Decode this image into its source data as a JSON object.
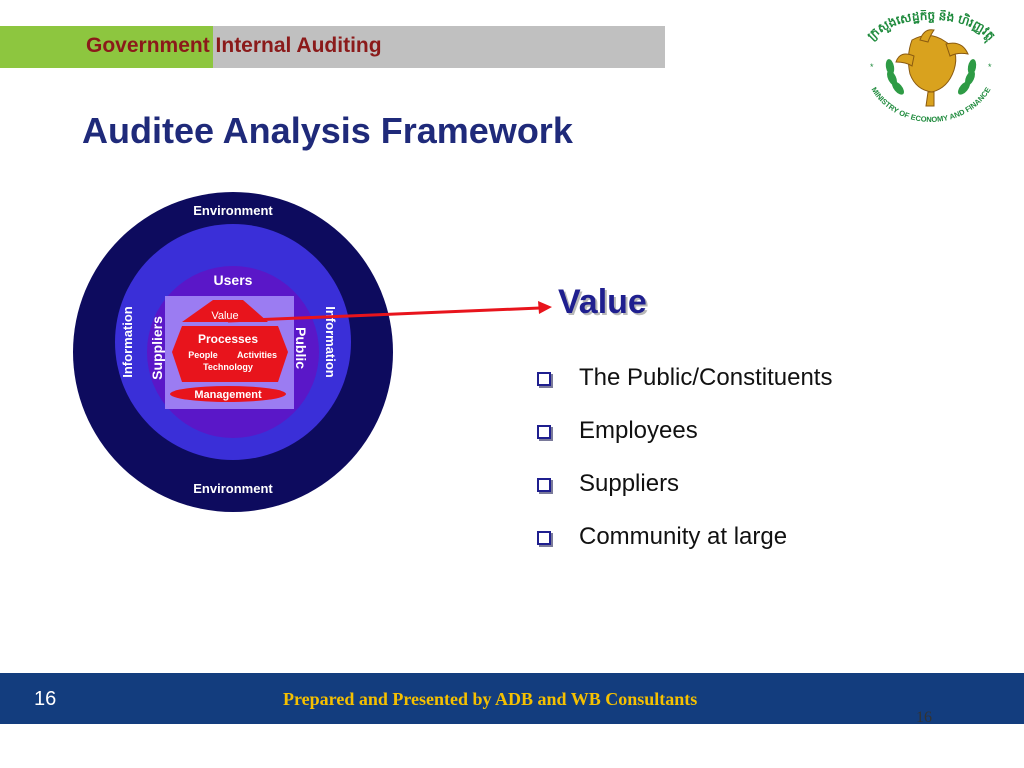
{
  "header": {
    "title": "Government Internal Auditing"
  },
  "slide": {
    "title": "Auditee Analysis Framework"
  },
  "logo": {
    "outer_text": "MINISTRY OF ECONOMY AND FINANCE",
    "khmer_text": "ក្រសួងសេដ្ឋកិច្ច និង ហិរញ្ញវត្ថុ"
  },
  "diagram": {
    "environment_top": "Environment",
    "environment_bottom": "Environment",
    "information_left": "Information",
    "information_right": "Information",
    "users": "Users",
    "suppliers": "Suppliers",
    "public": "Public",
    "value": "Value",
    "processes": "Processes",
    "people": "People",
    "activities": "Activities",
    "technology": "Technology",
    "management": "Management"
  },
  "value_panel": {
    "heading": "Value",
    "items": [
      "The Public/Constituents",
      "Employees",
      "Suppliers",
      "Community at large"
    ]
  },
  "footer": {
    "slide_number": "16",
    "credit": "Prepared and Presented by ADB and WB Consultants",
    "page_number": "16"
  },
  "colors": {
    "outer_circle": "#0d0b5e",
    "middle_circle": "#3a2fd8",
    "inner_circle": "#5a17c8",
    "box": "#9b7cf2",
    "red_shapes": "#e8141c",
    "arrow": "#e8141c",
    "header_green": "#8dc63f",
    "header_gray": "#c0c0c0",
    "footer_blue": "#133d7e",
    "footer_text": "#f5c000"
  }
}
